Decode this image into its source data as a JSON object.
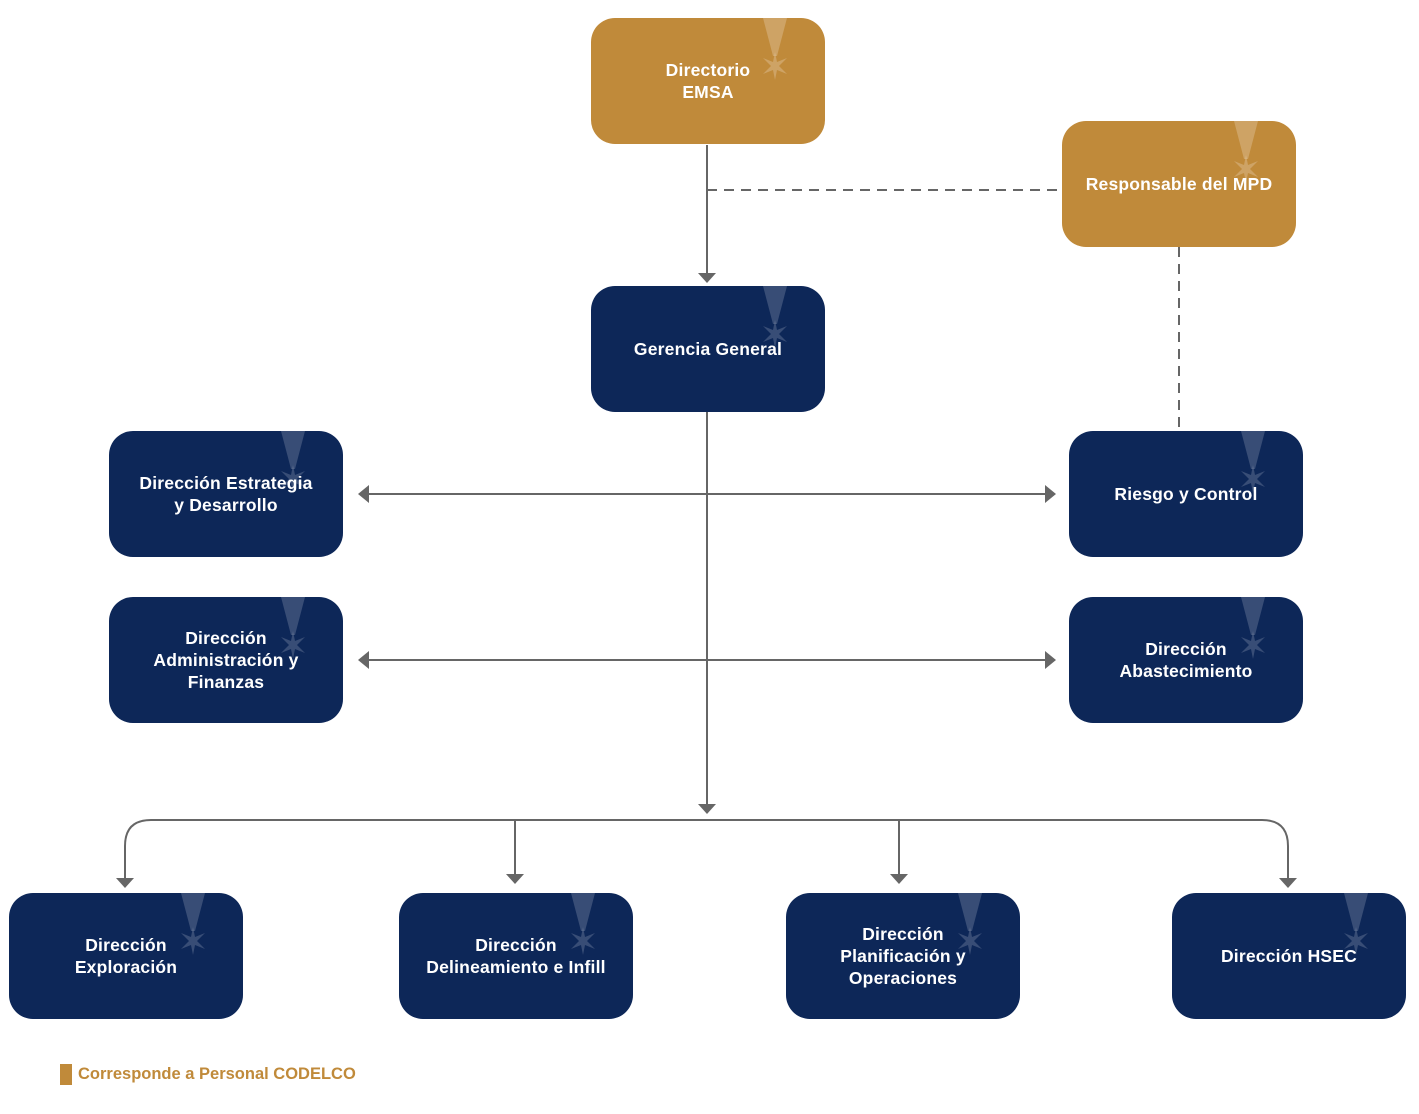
{
  "colors": {
    "navy": "#0d2758",
    "gold": "#c08a3a",
    "connector": "#666666"
  },
  "nodes": {
    "directorio": "Directorio\nEMSA",
    "responsable_mpd": "Responsable del MPD",
    "gerencia_general": "Gerencia General",
    "estrategia": "Dirección Estrategia\ny Desarrollo",
    "riesgo_control": "Riesgo y Control",
    "administracion": "Dirección\nAdministración y\nFinanzas",
    "abastecimiento": "Dirección\nAbastecimiento",
    "exploracion": "Dirección\nExploración",
    "delineamiento": "Dirección\nDelineamiento e Infill",
    "planificacion": "Dirección\nPlanificación y\nOperaciones",
    "hsec": "Dirección HSEC"
  },
  "legend": {
    "text": "Corresponde a Personal CODELCO",
    "color": "#c08a3a"
  },
  "icons": {
    "node_decoration": "star-burst-icon"
  }
}
